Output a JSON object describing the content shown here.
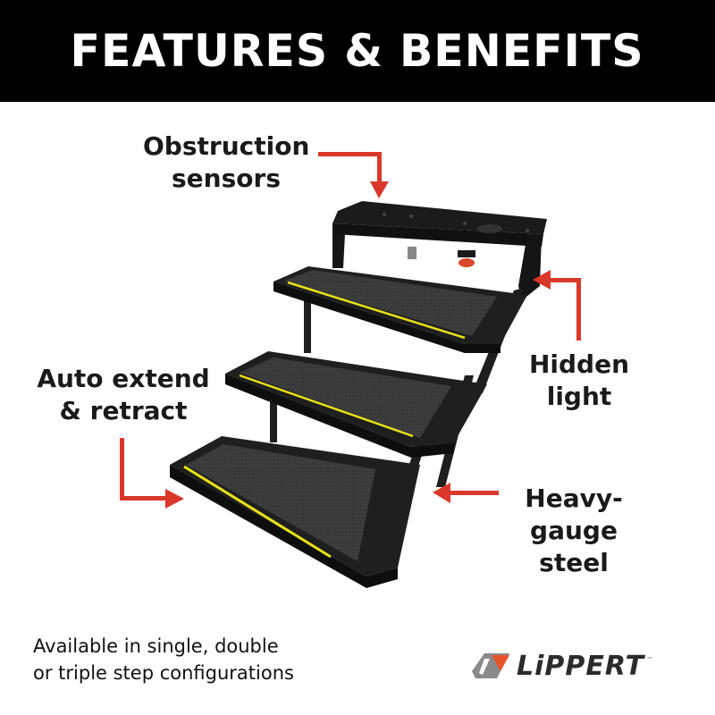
{
  "banner": {
    "title": "FEATURES & BENEFITS"
  },
  "callouts": {
    "obstruction": {
      "line1": "Obstruction",
      "line2": "sensors"
    },
    "hidden_light": {
      "line1": "Hidden",
      "line2": "light"
    },
    "auto_extend": {
      "line1": "Auto extend",
      "line2": "& retract"
    },
    "heavy_gauge": {
      "line1": "Heavy-",
      "line2": "gauge steel"
    }
  },
  "footnote": {
    "line1": "Available in single, double",
    "line2": "or triple step configurations"
  },
  "logo": {
    "word": "LiPPERT",
    "tm": "™"
  },
  "colors": {
    "arrow": "#d9382a",
    "banner_bg": "#000000",
    "step_black": "#1c1c1c",
    "tread_stripe": "#e8e21a",
    "logo_orange": "#e8542a",
    "logo_gray": "#8a8a8a"
  }
}
